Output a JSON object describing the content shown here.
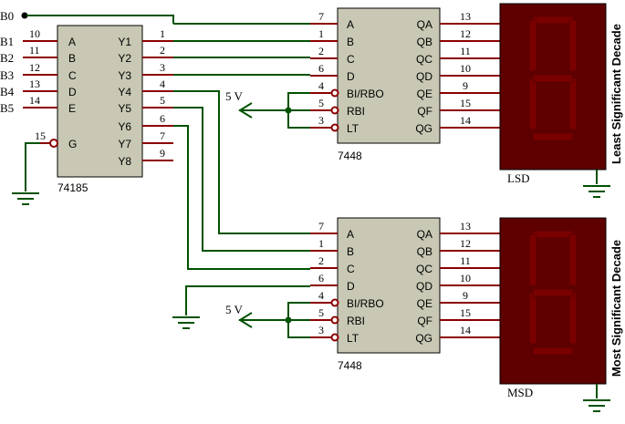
{
  "inputs": [
    "B0",
    "B1",
    "B2",
    "B3",
    "B4",
    "B5"
  ],
  "u1": {
    "name": "74185",
    "in_pins": [
      {
        "label": "A",
        "num": "10"
      },
      {
        "label": "B",
        "num": "11"
      },
      {
        "label": "C",
        "num": "12"
      },
      {
        "label": "D",
        "num": "13"
      },
      {
        "label": "E",
        "num": "14"
      },
      {
        "label": "G",
        "num": "15"
      }
    ],
    "out_pins": [
      {
        "label": "Y1",
        "num": "1"
      },
      {
        "label": "Y2",
        "num": "2"
      },
      {
        "label": "Y3",
        "num": "3"
      },
      {
        "label": "Y4",
        "num": "4"
      },
      {
        "label": "Y5",
        "num": "5"
      },
      {
        "label": "Y6",
        "num": "6"
      },
      {
        "label": "Y7",
        "num": "7"
      },
      {
        "label": "Y8",
        "num": "9"
      }
    ]
  },
  "decoders": [
    {
      "name": "7448",
      "in_pins": [
        {
          "label": "A",
          "num": "7"
        },
        {
          "label": "B",
          "num": "1"
        },
        {
          "label": "C",
          "num": "2"
        },
        {
          "label": "D",
          "num": "6"
        },
        {
          "label": "BI/RBO",
          "num": "4"
        },
        {
          "label": "RBI",
          "num": "5"
        },
        {
          "label": "LT",
          "num": "3"
        }
      ],
      "out_pins": [
        {
          "label": "QA",
          "num": "13"
        },
        {
          "label": "QB",
          "num": "12"
        },
        {
          "label": "QC",
          "num": "11"
        },
        {
          "label": "QD",
          "num": "10"
        },
        {
          "label": "QE",
          "num": "9"
        },
        {
          "label": "QF",
          "num": "15"
        },
        {
          "label": "QG",
          "num": "14"
        }
      ]
    },
    {
      "name": "7448",
      "in_pins": [
        {
          "label": "A",
          "num": "7"
        },
        {
          "label": "B",
          "num": "1"
        },
        {
          "label": "C",
          "num": "2"
        },
        {
          "label": "D",
          "num": "6"
        },
        {
          "label": "BI/RBO",
          "num": "4"
        },
        {
          "label": "RBI",
          "num": "5"
        },
        {
          "label": "LT",
          "num": "3"
        }
      ],
      "out_pins": [
        {
          "label": "QA",
          "num": "13"
        },
        {
          "label": "QB",
          "num": "12"
        },
        {
          "label": "QC",
          "num": "11"
        },
        {
          "label": "QD",
          "num": "10"
        },
        {
          "label": "QE",
          "num": "9"
        },
        {
          "label": "QF",
          "num": "15"
        },
        {
          "label": "QG",
          "num": "14"
        }
      ]
    }
  ],
  "supply_labels": [
    "5 V",
    "5 V"
  ],
  "displays": [
    {
      "name": "LSD",
      "side_label": "Least Significant Decade"
    },
    {
      "name": "MSD",
      "side_label": "Most Significant Decade"
    }
  ],
  "colors": {
    "wire": "#005200",
    "pin": "#8b0000",
    "chip": "#c8c8b4",
    "display": "#5e0000",
    "segment": "#7a0000"
  }
}
